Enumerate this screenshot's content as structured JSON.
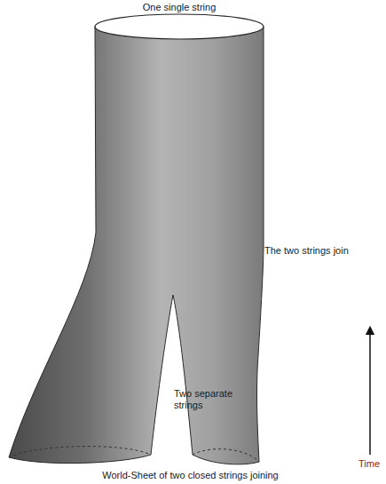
{
  "diagram": {
    "caption": "World-Sheet of two closed strings joining",
    "labels": [
      "One single string",
      "The two strings join",
      "Two separate strings",
      "Time"
    ]
  }
}
